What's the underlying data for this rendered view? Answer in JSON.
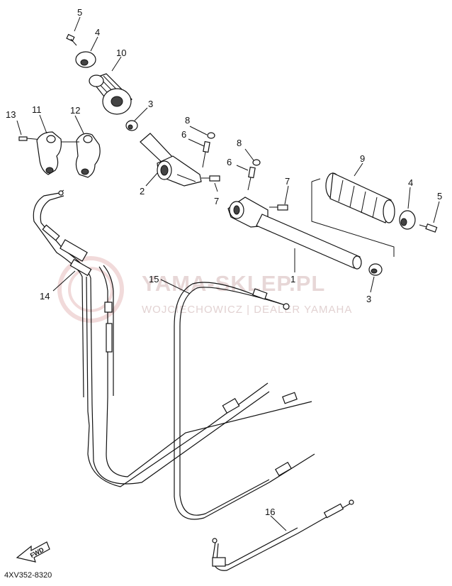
{
  "diagram_code": "4XV352-8320",
  "fwd_label": "FWD",
  "watermark": {
    "brand": "YAMA-SKLEP.PL",
    "dealer": "WOJCIECHOWICZ | DEALER YAMAHA"
  },
  "callouts": {
    "c1": "1",
    "c2": "2",
    "c3a": "3",
    "c3b": "3",
    "c4a": "4",
    "c4b": "4",
    "c5a": "5",
    "c5b": "5",
    "c6a": "6",
    "c6b": "6",
    "c7a": "7",
    "c7b": "7",
    "c8a": "8",
    "c8b": "8",
    "c9": "9",
    "c10": "10",
    "c11": "11",
    "c12": "12",
    "c13": "13",
    "c14": "14",
    "c15": "15",
    "c16": "16"
  }
}
